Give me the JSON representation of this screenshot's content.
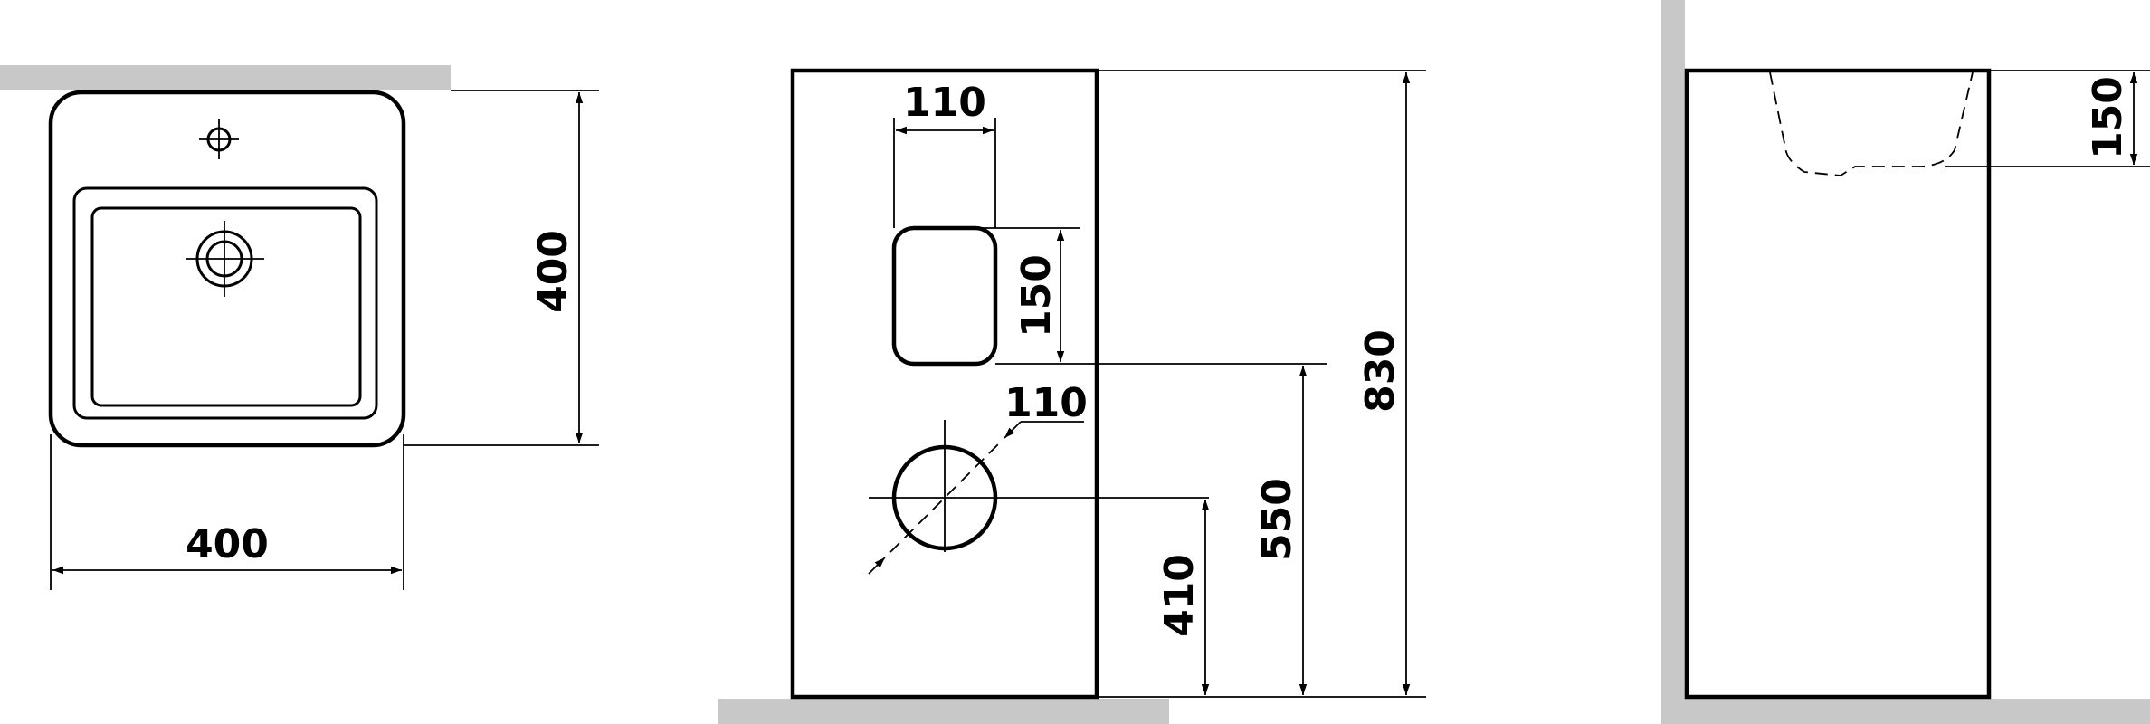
{
  "dimensions": {
    "top_view_depth": "400",
    "top_view_width": "400",
    "front_opening_width": "110",
    "front_opening_height": "150",
    "front_hole_diameter": "110",
    "front_total_height": "830",
    "front_opening_bottom_height": "550",
    "front_hole_center_height": "410",
    "side_basin_depth": "150"
  },
  "colors": {
    "wall": "#c8c8c8",
    "line": "#000000"
  }
}
